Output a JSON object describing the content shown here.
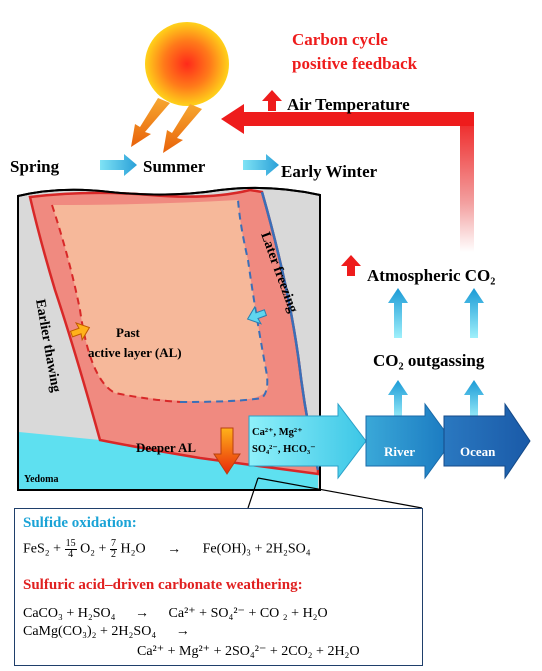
{
  "headline": {
    "line1": "Carbon cycle",
    "line2": "positive feedback"
  },
  "labels": {
    "air_temperature": "Air Temperature",
    "spring": "Spring",
    "summer": "Summer",
    "early_winter": "Early Winter",
    "atmospheric_co2": "Atmospheric CO₂",
    "co2_outgassing": "CO₂ outgassing",
    "later_freezing": "Later freezing",
    "earlier_thawing": "Earlier thawing",
    "past_al_line1": "Past",
    "past_al_line2": "active layer (AL)",
    "deeper_al": "Deeper AL",
    "yedoma": "Yedoma",
    "ions_line1": "Ca²⁺, Mg²⁺",
    "ions_line2": "SO₄²⁻, HCO₃⁻",
    "river": "River",
    "ocean": "Ocean"
  },
  "equations": {
    "sulfide_title": "Sulfide oxidation:",
    "eq1_left_a": "FeS₂ +",
    "eq1_frac1_num": "15",
    "eq1_frac1_den": "4",
    "eq1_left_b": "O₂ +",
    "eq1_frac2_num": "7",
    "eq1_frac2_den": "2",
    "eq1_left_c": "H₂O",
    "arrow": "→",
    "eq1_right": "Fe(OH)₃ + 2H₂SO₄",
    "carbonate_title": "Sulfuric acid–driven carbonate weathering:",
    "eq2_left": "CaCO₃ + H₂SO₄",
    "eq2_right": "Ca²⁺ + SO₄²⁻ + CO ₂  + H₂O",
    "eq3_left": "CaMg(CO₃)₂ + 2H₂SO₄",
    "eq3_right": "Ca²⁺ + Mg²⁺ + 2SO₄²⁻  + 2CO₂ + 2H₂O"
  },
  "colors": {
    "feedback_red": "#ee1c1c",
    "arrow_cyan": "#3dc8e8",
    "active_layer_salmon": "#f08a80",
    "past_al_fill": "#f6b89a",
    "frozen_gray": "#d9d9d9",
    "yedoma_cyan": "#5ee0f0",
    "title_blue": "#1aa3d6",
    "title_red": "#e02020"
  }
}
